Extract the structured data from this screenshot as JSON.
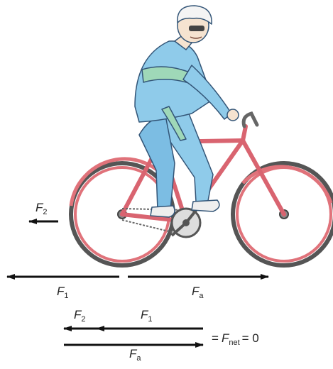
{
  "forces": {
    "f2_symbol": "F",
    "f2_sub": "2",
    "f1_symbol": "F",
    "f1_sub": "1",
    "fa_symbol": "F",
    "fa_sub": "a"
  },
  "sum_diagram": {
    "f2_symbol": "F",
    "f2_sub": "2",
    "f1_symbol": "F",
    "f1_sub": "1",
    "fa_symbol": "F",
    "fa_sub": "a",
    "equals_1": "=",
    "net_symbol": "F",
    "net_sub": "net",
    "equals_2": "= 0"
  },
  "colors": {
    "frame": "#e0727a",
    "jacket": "#8fcbea",
    "stripe": "#9fd8b8",
    "tire": "#555555",
    "arrow": "#111111"
  }
}
